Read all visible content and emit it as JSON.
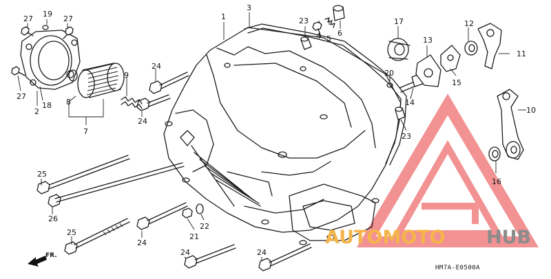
{
  "diagram": {
    "code": "HM7A-E0500A",
    "direction_label": "FR.",
    "callouts": [
      {
        "id": "c1",
        "label": "1"
      },
      {
        "id": "c2",
        "label": "2"
      },
      {
        "id": "c3",
        "label": "3"
      },
      {
        "id": "c4",
        "label": "4"
      },
      {
        "id": "c5",
        "label": "5"
      },
      {
        "id": "c6",
        "label": "6"
      },
      {
        "id": "c7",
        "label": "7"
      },
      {
        "id": "c8",
        "label": "8"
      },
      {
        "id": "c9",
        "label": "9"
      },
      {
        "id": "c10",
        "label": "10"
      },
      {
        "id": "c11",
        "label": "11"
      },
      {
        "id": "c12",
        "label": "12"
      },
      {
        "id": "c13",
        "label": "13"
      },
      {
        "id": "c14",
        "label": "14"
      },
      {
        "id": "c15",
        "label": "15"
      },
      {
        "id": "c16",
        "label": "16"
      },
      {
        "id": "c17",
        "label": "17"
      },
      {
        "id": "c18",
        "label": "18"
      },
      {
        "id": "c19",
        "label": "19"
      },
      {
        "id": "c20",
        "label": "20"
      },
      {
        "id": "c21",
        "label": "21"
      },
      {
        "id": "c22",
        "label": "22"
      },
      {
        "id": "c23a",
        "label": "23"
      },
      {
        "id": "c23b",
        "label": "23"
      },
      {
        "id": "c24a",
        "label": "24"
      },
      {
        "id": "c24b",
        "label": "24"
      },
      {
        "id": "c24c",
        "label": "24"
      },
      {
        "id": "c24d",
        "label": "24"
      },
      {
        "id": "c24e",
        "label": "24"
      },
      {
        "id": "c25a",
        "label": "25"
      },
      {
        "id": "c25b",
        "label": "25"
      },
      {
        "id": "c26",
        "label": "26"
      },
      {
        "id": "c27a",
        "label": "27"
      },
      {
        "id": "c27b",
        "label": "27"
      },
      {
        "id": "c27c",
        "label": "27"
      }
    ]
  },
  "watermark": {
    "text_primary": "AUTOMOTO",
    "text_secondary": "HUB",
    "color_primary": "#f5b54a",
    "color_secondary": "#8c8c8c",
    "logo_color": "#f08080"
  }
}
